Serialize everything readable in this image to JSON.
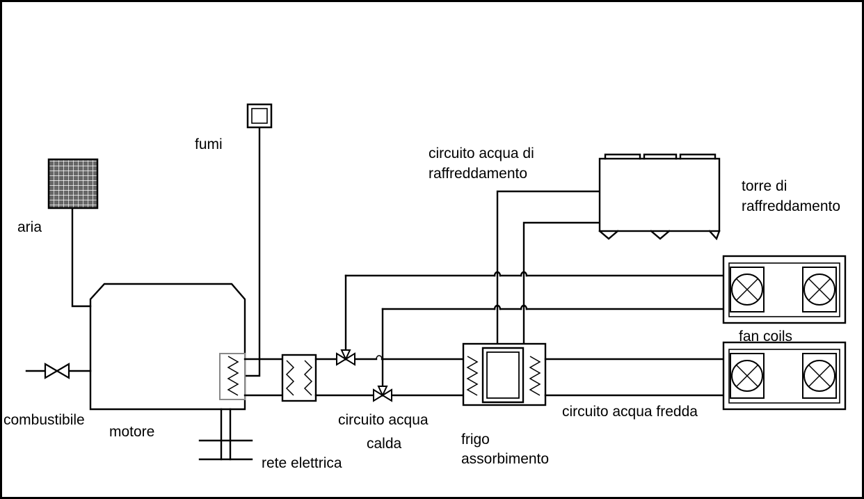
{
  "labels": {
    "aria": "aria",
    "fumi": "fumi",
    "combustibile": "combustibile",
    "motore": "motore",
    "rete_elettrica": "rete elettrica",
    "circuito_acqua_calda_1": "circuito acqua",
    "circuito_acqua_calda_2": "calda",
    "frigo_1": "frigo",
    "frigo_2": "assorbimento",
    "circuito_acqua_fredda": "circuito acqua fredda",
    "fan_coils": "fan coils",
    "circuito_raffreddamento_1": "circuito acqua di",
    "circuito_raffreddamento_2": "raffreddamento",
    "torre_1": "torre di",
    "torre_2": "raffreddamento"
  },
  "icons": {
    "air_filter": "grid-filter-icon",
    "chimney": "chimney-icon",
    "valve": "valve-icon",
    "heat_exchanger": "heat-exchanger-icon",
    "fan": "fan-icon",
    "cooling_tower": "cooling-tower-icon"
  }
}
